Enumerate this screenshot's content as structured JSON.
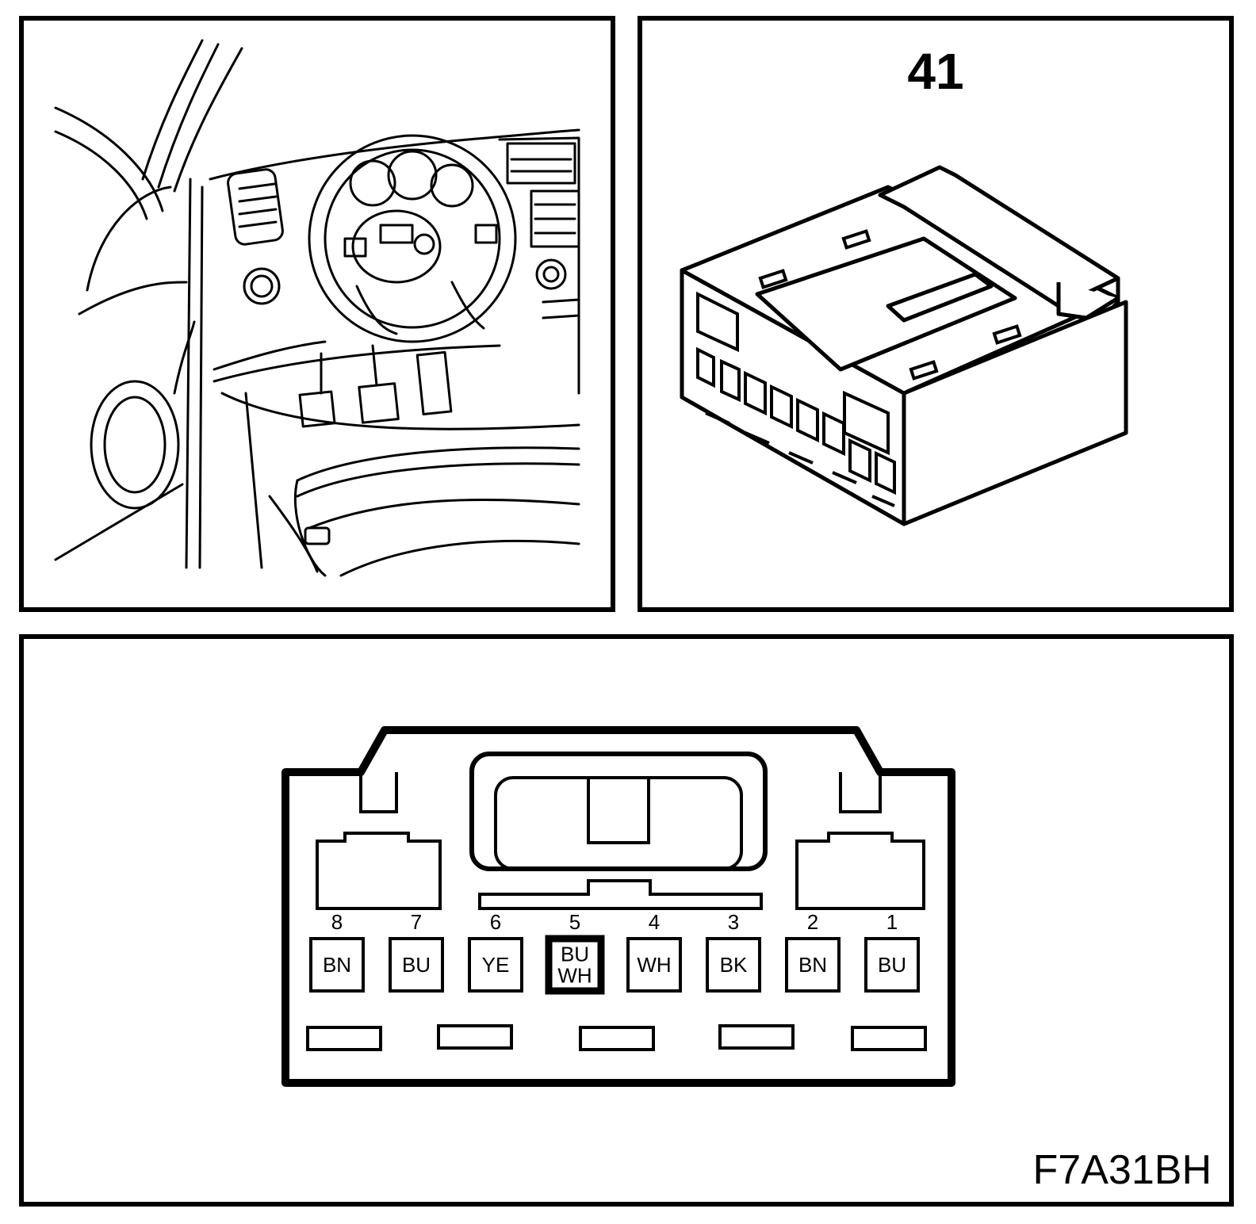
{
  "connector": {
    "number": "41",
    "pins": [
      {
        "num": "8",
        "color": [
          "BN"
        ]
      },
      {
        "num": "7",
        "color": [
          "BU"
        ]
      },
      {
        "num": "6",
        "color": [
          "YE"
        ]
      },
      {
        "num": "5",
        "color": [
          "BU",
          "WH"
        ],
        "highlighted": true
      },
      {
        "num": "4",
        "color": [
          "WH"
        ]
      },
      {
        "num": "3",
        "color": [
          "BK"
        ]
      },
      {
        "num": "2",
        "color": [
          "BN"
        ]
      },
      {
        "num": "1",
        "color": [
          "BU"
        ]
      }
    ]
  },
  "figure_ref": "F7A31BH"
}
